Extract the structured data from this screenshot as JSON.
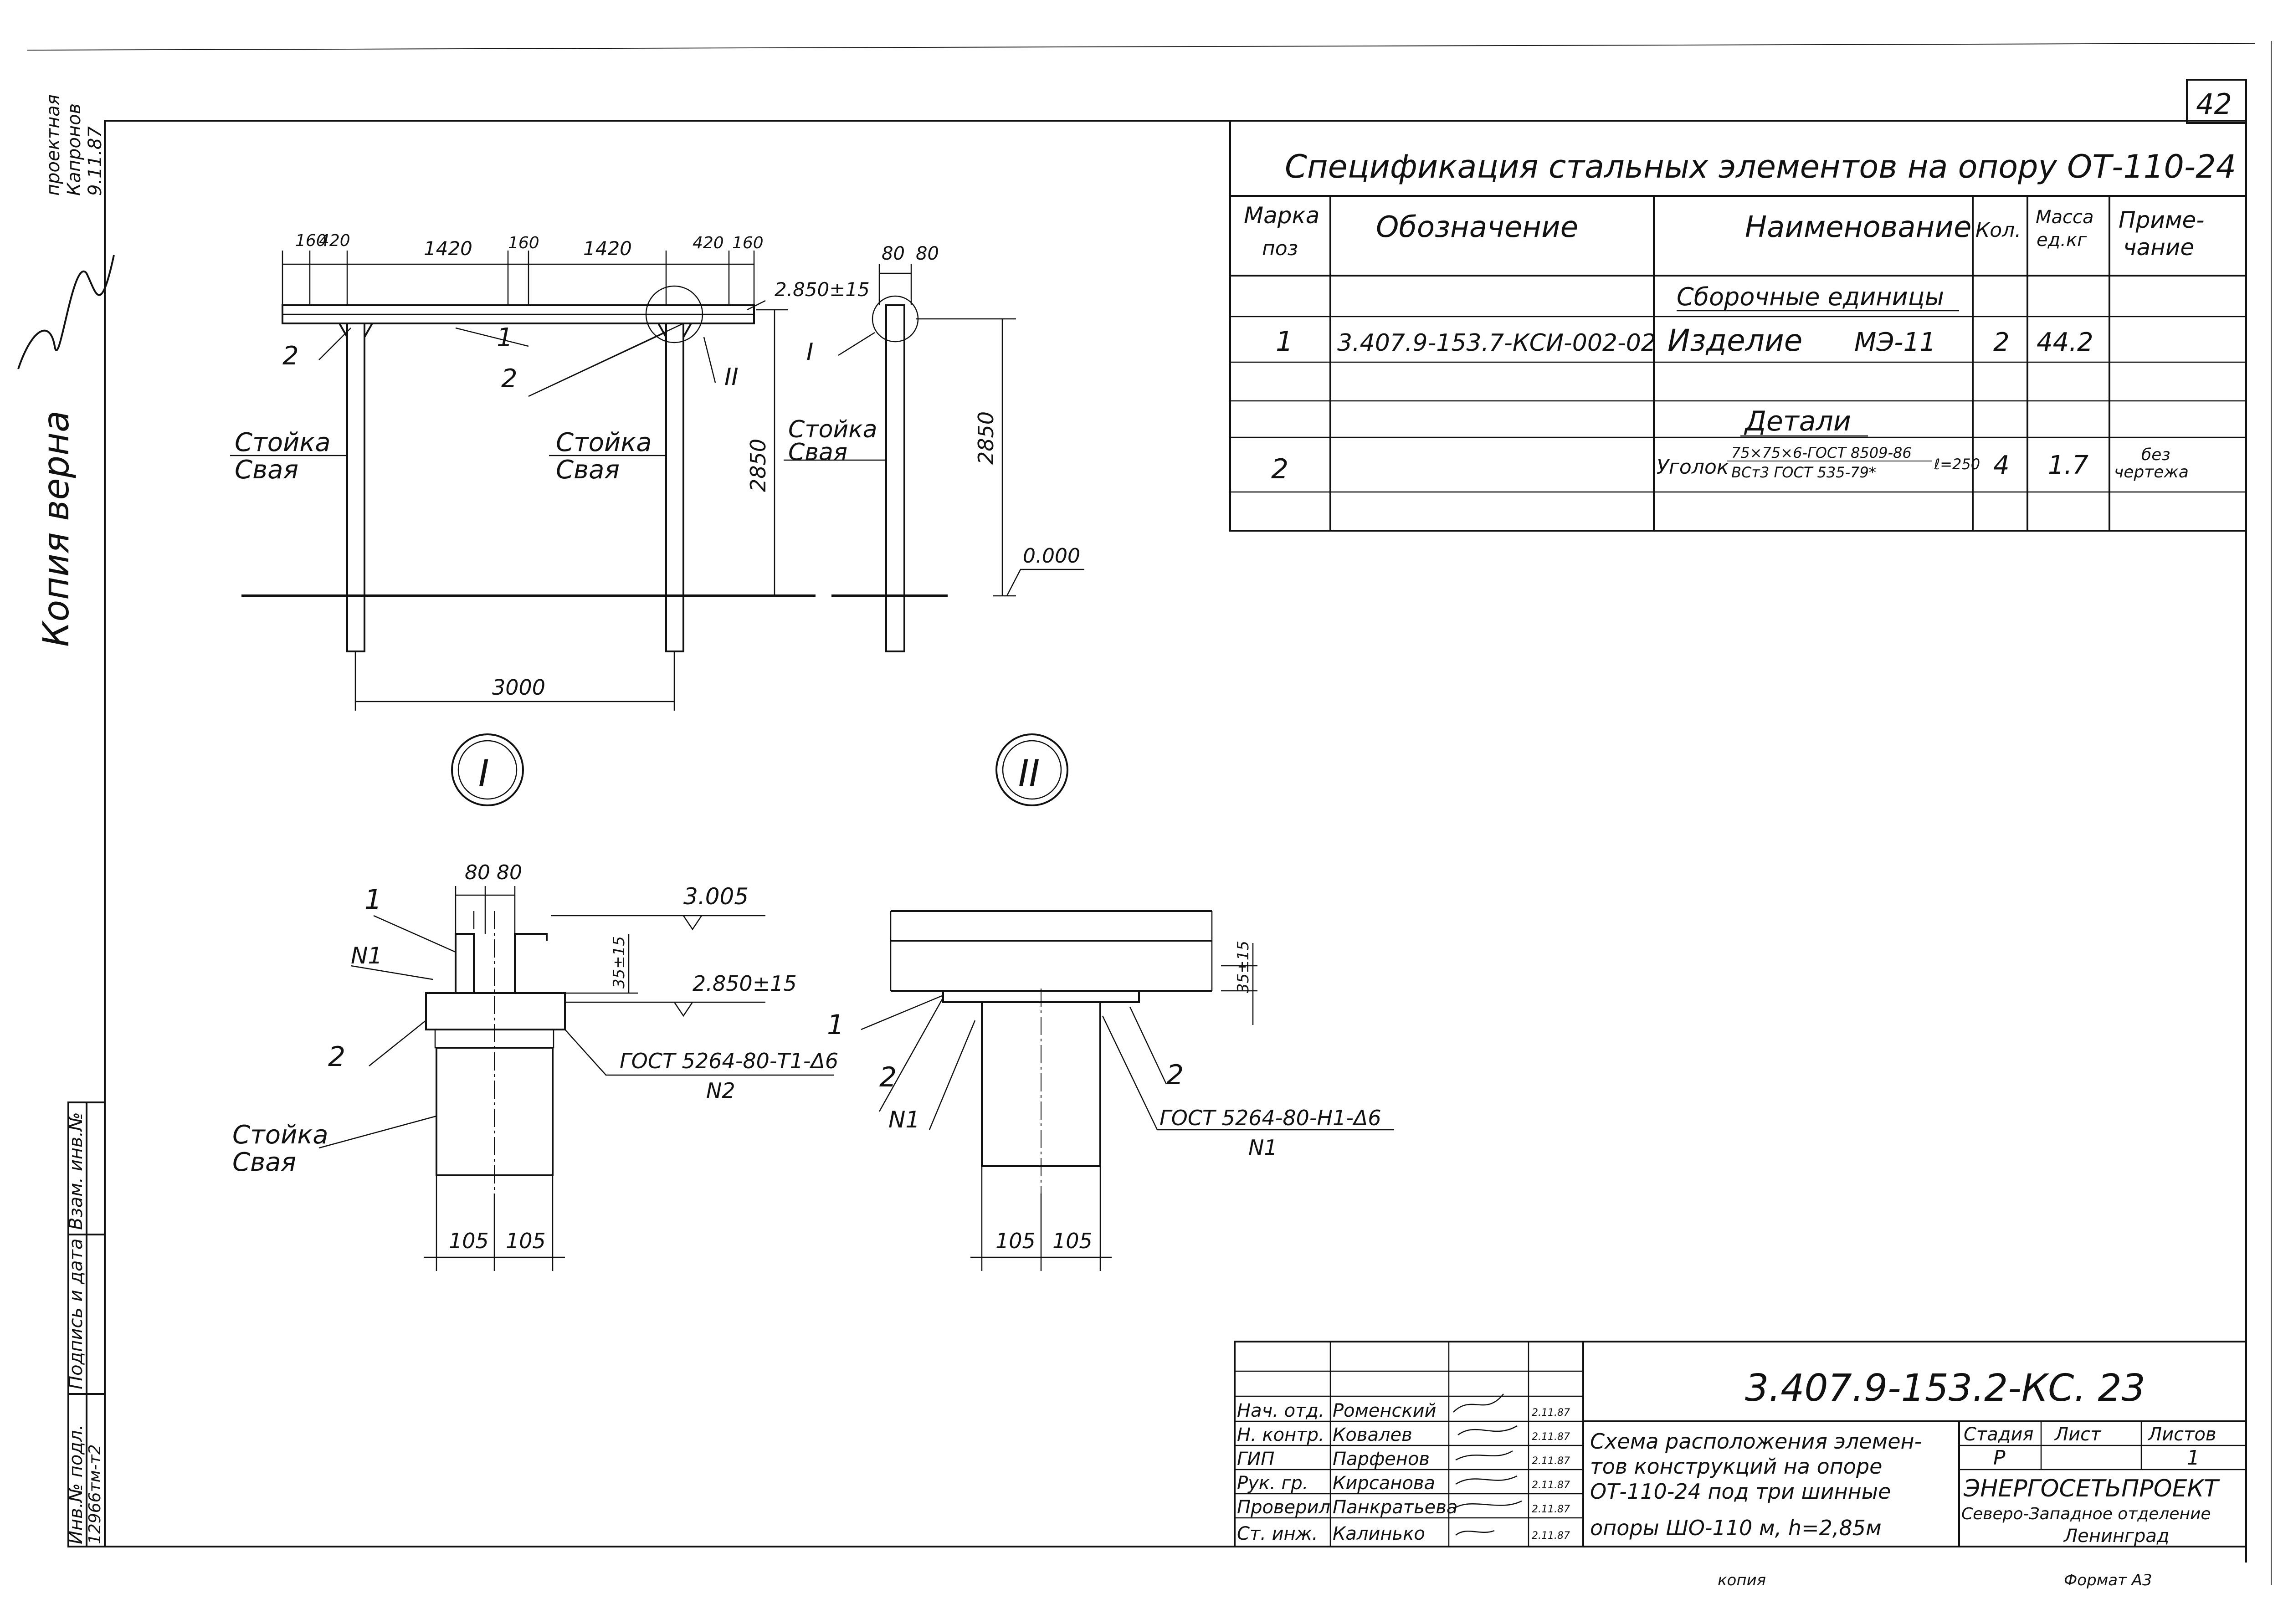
{
  "sheet_number": "42",
  "margin_note": [
    "Копия верна",
    "проектная",
    "Капронов",
    "9.11.87"
  ],
  "spec": {
    "title": "Спецификация стальных элементов на опору ОТ-110-24",
    "headers": {
      "mark": [
        "Марка",
        "поз"
      ],
      "designation": "Обозначение",
      "name": "Наименование",
      "qty": "Кол.",
      "mass": [
        "Масса",
        "ед.кг"
      ],
      "note": [
        "Приме-",
        "чание"
      ]
    },
    "section_assembly": "Сборочные единицы",
    "row1": {
      "mark": "1",
      "designation": "3.407.9-153.7-КСИ-002-02",
      "name": "Изделие",
      "name_code": "МЭ-11",
      "qty": "2",
      "mass": "44.2"
    },
    "section_details": "Детали",
    "row2": {
      "mark": "2",
      "name": "Уголок",
      "name_top": "75×75×6-ГОСТ 8509-86",
      "name_bottom": "ВСт3 ГОСТ 535-79*",
      "name_len": "ℓ=250",
      "qty": "4",
      "mass": "1.7",
      "note": [
        "без",
        "чертежа"
      ]
    }
  },
  "view_front": {
    "dims_top": [
      "160",
      "420",
      "1420",
      "160",
      "1420",
      "420",
      "160"
    ],
    "elev_top": "2.850±15",
    "height": "2850",
    "span": "3000",
    "labels": {
      "post_top": "Стойка",
      "post_bottom": "Свая",
      "part1": "1",
      "part2a": "2",
      "part2b": "2",
      "callout": "II"
    }
  },
  "view_side": {
    "dims_top": [
      "80",
      "80"
    ],
    "callout": "I",
    "height": "2850",
    "elev_zero": "0.000",
    "labels": {
      "post_top": "Стойка",
      "post_bottom": "Свая"
    }
  },
  "detail_I": {
    "circle_label": "I",
    "dims_top": [
      "80",
      "80"
    ],
    "elev_top": "3.005",
    "elev_mid": "2.850±15",
    "offset": "35±15",
    "weld_label": "N1",
    "weld_spec": "ГОСТ 5264-80-Т1-Δ6",
    "weld_no": "N2",
    "part1": "1",
    "part2": "2",
    "post_top": "Стойка",
    "post_bottom": "Свая",
    "dims_bottom": [
      "105",
      "105"
    ]
  },
  "detail_II": {
    "circle_label": "II",
    "offset": "35±15",
    "part1": "1",
    "part2a": "2",
    "part2b": "2",
    "weld_left": "N1",
    "weld_spec": "ГОСТ 5264-80-Н1-Δ6",
    "weld_no": "N1",
    "dims_bottom": [
      "105",
      "105"
    ]
  },
  "left_strip": {
    "cells": [
      "Инв.№ подл.",
      "Подпись и дата",
      "Взам. инв.№"
    ],
    "inv_no": "12966тм-т2"
  },
  "title_block": {
    "doc_code": "3.407.9-153.2-КС. 23",
    "roles": [
      {
        "role": "Нач. отд.",
        "name": "Роменский",
        "date": "2.11.87"
      },
      {
        "role": "Н. контр.",
        "name": "Ковалев",
        "date": "2.11.87"
      },
      {
        "role": "ГИП",
        "name": "Парфенов",
        "date": "2.11.87"
      },
      {
        "role": "Рук. гр.",
        "name": "Кирсанова",
        "date": "2.11.87"
      },
      {
        "role": "Проверил",
        "name": "Панкратьева",
        "date": "2.11.87"
      },
      {
        "role": "Ст. инж.",
        "name": "Калинько",
        "date": "2.11.87"
      }
    ],
    "description": [
      "Схема расположения элемен-",
      "тов конструкций на опоре",
      "ОТ-110-24 под три шинные",
      "опоры ШО-110 м, h=2,85м"
    ],
    "stage_header": "Стадия",
    "sheet_header": "Лист",
    "sheets_header": "Листов",
    "stage": "Р",
    "sheet": "",
    "sheets": "1",
    "org": [
      "ЭНЕРГОСЕТЬПРОЕКТ",
      "Северо-Западное отделение",
      "Ленинград"
    ]
  },
  "footer": {
    "copy": "копия",
    "format": "Формат А3"
  }
}
